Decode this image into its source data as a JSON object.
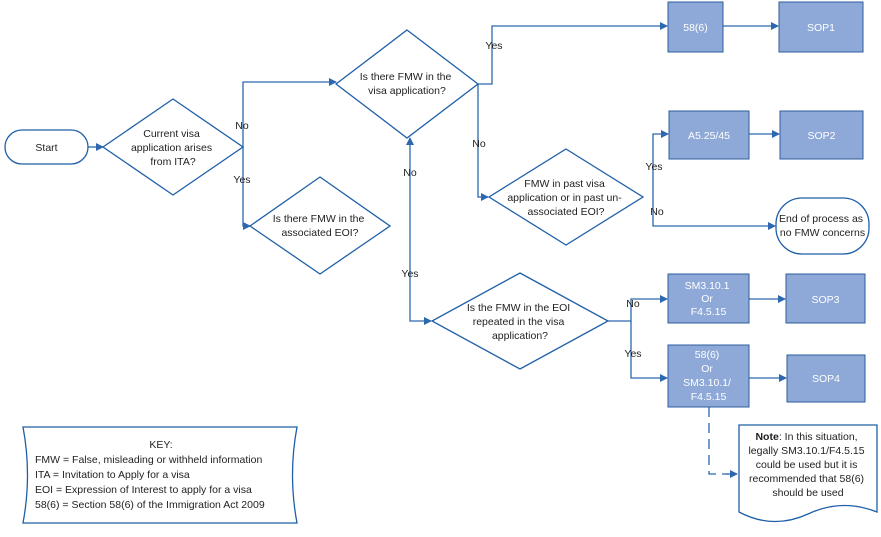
{
  "nodes": {
    "start": "Start",
    "d_ita": [
      "Current visa",
      "application arises",
      "from ITA?"
    ],
    "d_fmw_visa": [
      "Is there FMW in the",
      "visa application?"
    ],
    "d_fmw_eoi": [
      "Is there FMW in the",
      "associated EOI?"
    ],
    "d_fmw_past": [
      "FMW in past visa",
      "application or in past un-",
      "associated EOI?"
    ],
    "d_repeated": [
      "Is the FMW in the EOI",
      "repeated in the visa",
      "application?"
    ],
    "p_58_6": "58(6)",
    "p_sop1": "SOP1",
    "p_a525": "A5.25/45",
    "p_sop2": "SOP2",
    "end": [
      "End of process as",
      "no FMW concerns"
    ],
    "p_sm": [
      "SM3.10.1",
      "Or",
      "F4.5.15"
    ],
    "p_sop3": "SOP3",
    "p_58_or": [
      "58(6)",
      "Or",
      "SM3.10.1/",
      "F4.5.15"
    ],
    "p_sop4": "SOP4"
  },
  "labels": {
    "no_1": "No",
    "yes_1": "Yes",
    "yes_2": "Yes",
    "no_2": "No",
    "no_3": "No",
    "yes_3": "Yes",
    "yes_4": "Yes",
    "no_4": "No",
    "no_5": "No",
    "yes_5": "Yes"
  },
  "key": {
    "title": "KEY:",
    "lines": [
      "FMW = False, misleading or withheld information",
      "ITA = Invitation to Apply for a visa",
      "EOI = Expression of Interest to apply for a visa",
      "58(6) = Section 58(6) of the Immigration Act 2009"
    ]
  },
  "note": {
    "bold": "Note",
    "lines": [
      ": In this situation,",
      "legally SM3.10.1/F4.5.15",
      "could be used but it is",
      "recommended that 58(6)",
      "should be used"
    ]
  },
  "colors": {
    "connector": "#2c67b0",
    "outline": "#1f5fa8",
    "process_fill": "#8ea9d7",
    "process_stroke": "#2e5c9e"
  }
}
